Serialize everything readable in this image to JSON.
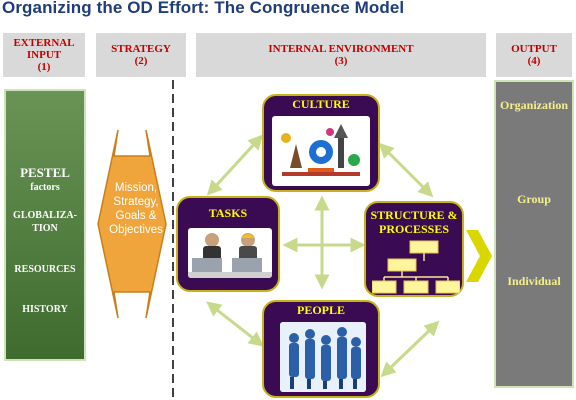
{
  "title": "Organizing the OD  Effort: The Congruence Model",
  "headers": {
    "external": {
      "line1": "EXTERNAL",
      "line2": "INPUT",
      "line3": "(1)"
    },
    "strategy": {
      "line1": "STRATEGY",
      "line2": "(2)"
    },
    "internal": {
      "line1": "INTERNAL ENVIRONMENT",
      "line2": "(3)"
    },
    "output": {
      "line1": "OUTPUT",
      "line2": "(4)"
    }
  },
  "external_inputs": {
    "pestel": "PESTEL",
    "factors": "factors",
    "globalization_1": "GLOBALIZA-",
    "globalization_2": "TION",
    "resources": "RESOURCES",
    "history": "HISTORY"
  },
  "strategy_arrow": {
    "line1": "Mission,",
    "line2": "Strategy,",
    "line3": "Goals &",
    "line4": "Objectives"
  },
  "components": {
    "culture": "CULTURE",
    "tasks": "TASKS",
    "structure_1": "STRUCTURE &",
    "structure_2": "PROCESSES",
    "people": "PEOPLE"
  },
  "outputs": {
    "organization": "Organization",
    "group": "Group",
    "individual": "Individual"
  },
  "colors": {
    "title": "#1f3d7a",
    "header_text": "#c00000",
    "box_fill": "#3a0a52",
    "box_border": "#c8b21a",
    "box_label": "#ffff00",
    "arrow_fill": "#f0a53c",
    "connector": "#c7d98a",
    "output_text": "#f5f08a"
  }
}
